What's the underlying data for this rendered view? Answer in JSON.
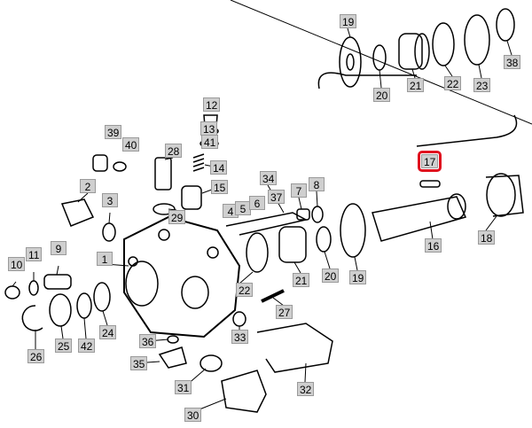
{
  "diagram": {
    "type": "exploded-parts-diagram",
    "highlighted_part": "17",
    "highlight_color": "#e0101e",
    "label_bg": "#cfcfcf",
    "part_labels": [
      "19",
      "20",
      "21",
      "22",
      "23",
      "38",
      "12",
      "13",
      "41",
      "39",
      "40",
      "28",
      "14",
      "15",
      "2",
      "3",
      "29",
      "34",
      "37",
      "7",
      "8",
      "4",
      "5",
      "6",
      "17",
      "16",
      "18",
      "1",
      "9",
      "11",
      "10",
      "22",
      "21",
      "20",
      "19",
      "27",
      "26",
      "25",
      "42",
      "24",
      "36",
      "33",
      "35",
      "31",
      "32",
      "30"
    ]
  }
}
